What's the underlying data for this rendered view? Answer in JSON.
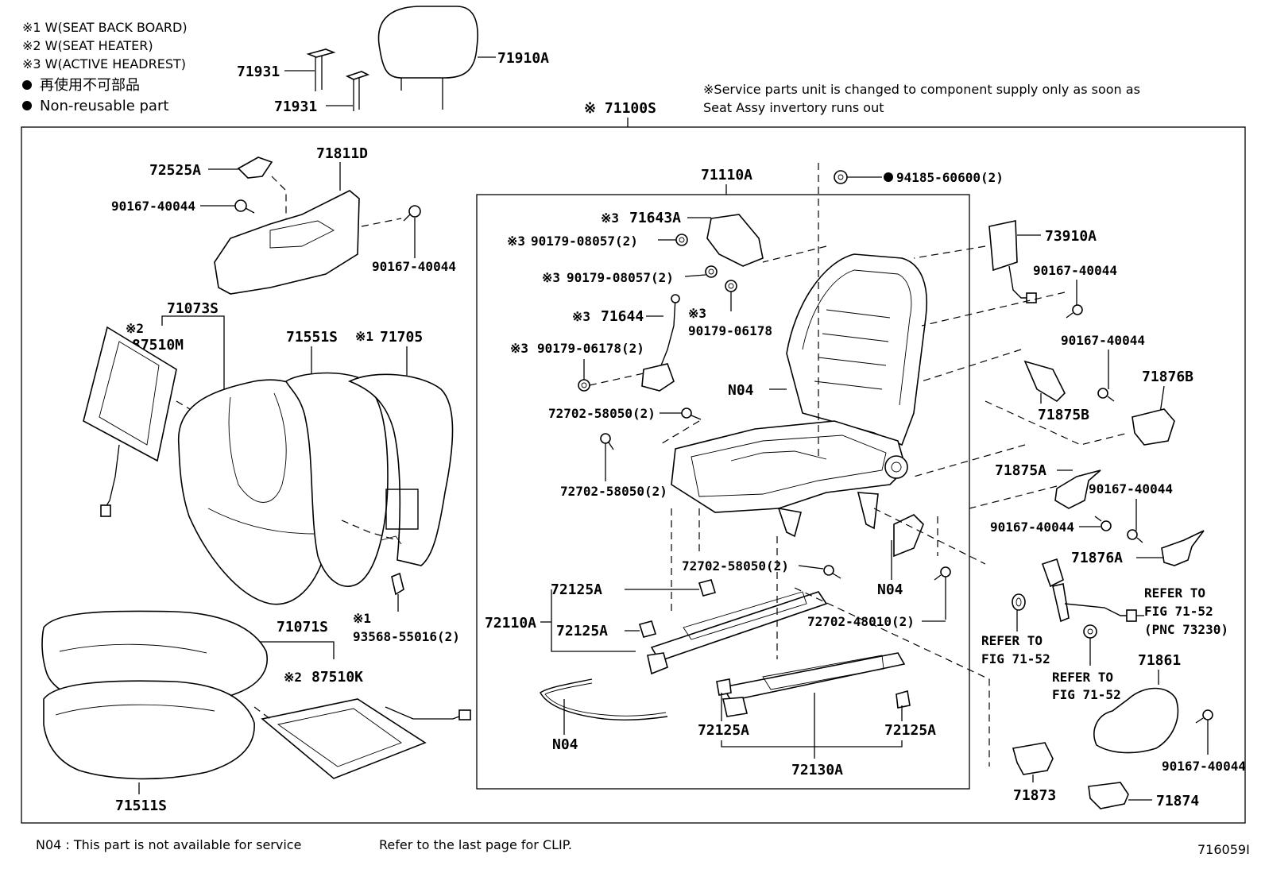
{
  "legend": {
    "w1": "※1 W(SEAT BACK BOARD)",
    "w2": "※2 W(SEAT HEATER)",
    "w3": "※3 W(ACTIVE HEADREST)",
    "nonreuse_jp": "再使用不可部品",
    "nonreuse_en": "Non-reusable part"
  },
  "service_note": {
    "line1": "※Service parts unit is changed to component supply only as soon as",
    "line2": "Seat Assy invertory runs out"
  },
  "assembly": "※ 71100S",
  "labels": {
    "p71931a": "71931",
    "p71931b": "71931",
    "p71910A": "71910A",
    "p72525A": "72525A",
    "p71811D": "71811D",
    "p90167_1": "90167-40044",
    "p90167_2": "90167-40044",
    "p71073S": "71073S",
    "p87510M_mark": "※2",
    "p87510M": "87510M",
    "p71551S": "71551S",
    "p71705_mark": "※1",
    "p71705": "71705",
    "p93568_mark": "※1",
    "p93568": "93568-55016(2)",
    "p71071S": "71071S",
    "p87510K_mark": "※2",
    "p87510K": "87510K",
    "p71511S": "71511S",
    "p71110A": "71110A",
    "p71643A_mark": "※3",
    "p71643A": "71643A",
    "p90179_08057a_mark": "※3",
    "p90179_08057a": "90179-08057(2)",
    "p90179_08057b_mark": "※3",
    "p90179_08057b": "90179-08057(2)",
    "p71644_mark": "※3",
    "p71644": "71644",
    "p90179_06178_mark": "※3",
    "p90179_06178": "90179-06178",
    "p90179_06178_2_mark": "※3",
    "p90179_06178_2": "90179-06178(2)",
    "pN04_a": "N04",
    "p72702_a": "72702-58050(2)",
    "p72702_b": "72702-58050(2)",
    "p72702_c": "72702-58050(2)",
    "p72125A_a": "72125A",
    "p72110A": "72110A",
    "p72125A_b": "72125A",
    "pN04_b": "N04",
    "p72702_48010": "72702-48010(2)",
    "pN04_c": "N04",
    "p72125A_c": "72125A",
    "p72125A_d": "72125A",
    "p72130A": "72130A",
    "p94185": "94185-60600(2)",
    "p73910A": "73910A",
    "p90167_3": "90167-40044",
    "p90167_4": "90167-40044",
    "p71876B": "71876B",
    "p71875B": "71875B",
    "p71875A": "71875A",
    "p90167_5": "90167-40044",
    "p90167_6": "90167-40044",
    "p71876A": "71876A",
    "refer1_a": "REFER TO",
    "refer1_b": "FIG 71-52",
    "refer1_c": "(PNC 73230)",
    "refer2_a": "REFER TO",
    "refer2_b": "FIG 71-52",
    "refer3_a": "REFER TO",
    "refer3_b": "FIG 71-52",
    "p71861": "71861",
    "p90167_7": "90167-40044",
    "p71873": "71873",
    "p71874": "71874"
  },
  "footer": {
    "n04_note": "N04 : This part is not available for service",
    "clip_note": "Refer to the last page for CLIP.",
    "fig_id": "716059I"
  }
}
